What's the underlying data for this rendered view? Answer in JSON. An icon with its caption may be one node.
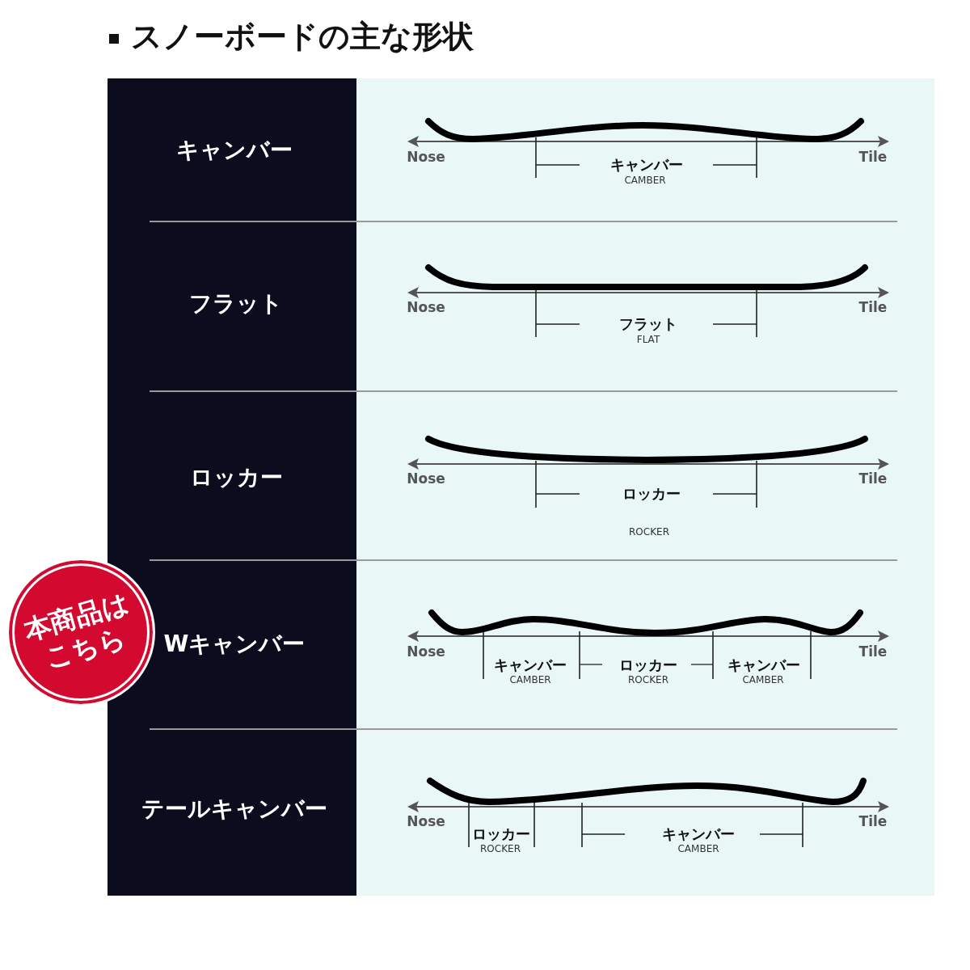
{
  "diagram": {
    "title": "スノーボードの主な形状",
    "nodes": [
      {
        "text": [
          "本商品はこちら"
        ]
      }
    ],
    "labels": [
      "キャンバー",
      "Nose",
      "Tile",
      "キャンバー",
      "CAMBER",
      "フラット",
      "Nose",
      "Tile",
      "フラット",
      "FLAT",
      "ロッカー",
      "Nose",
      "Tile",
      "ロッカー",
      "ROCKER",
      "Wキャンバー",
      "Nose",
      "Tile",
      "キャンバー",
      "CAMBER",
      "ロッカー",
      "ROCKER",
      "キャンバー",
      "CAMBER",
      "テールキャンバー",
      "Nose",
      "Tile",
      "ロッカー",
      "ROCKER",
      "キャンバー",
      "CAMBER"
    ]
  }
}
